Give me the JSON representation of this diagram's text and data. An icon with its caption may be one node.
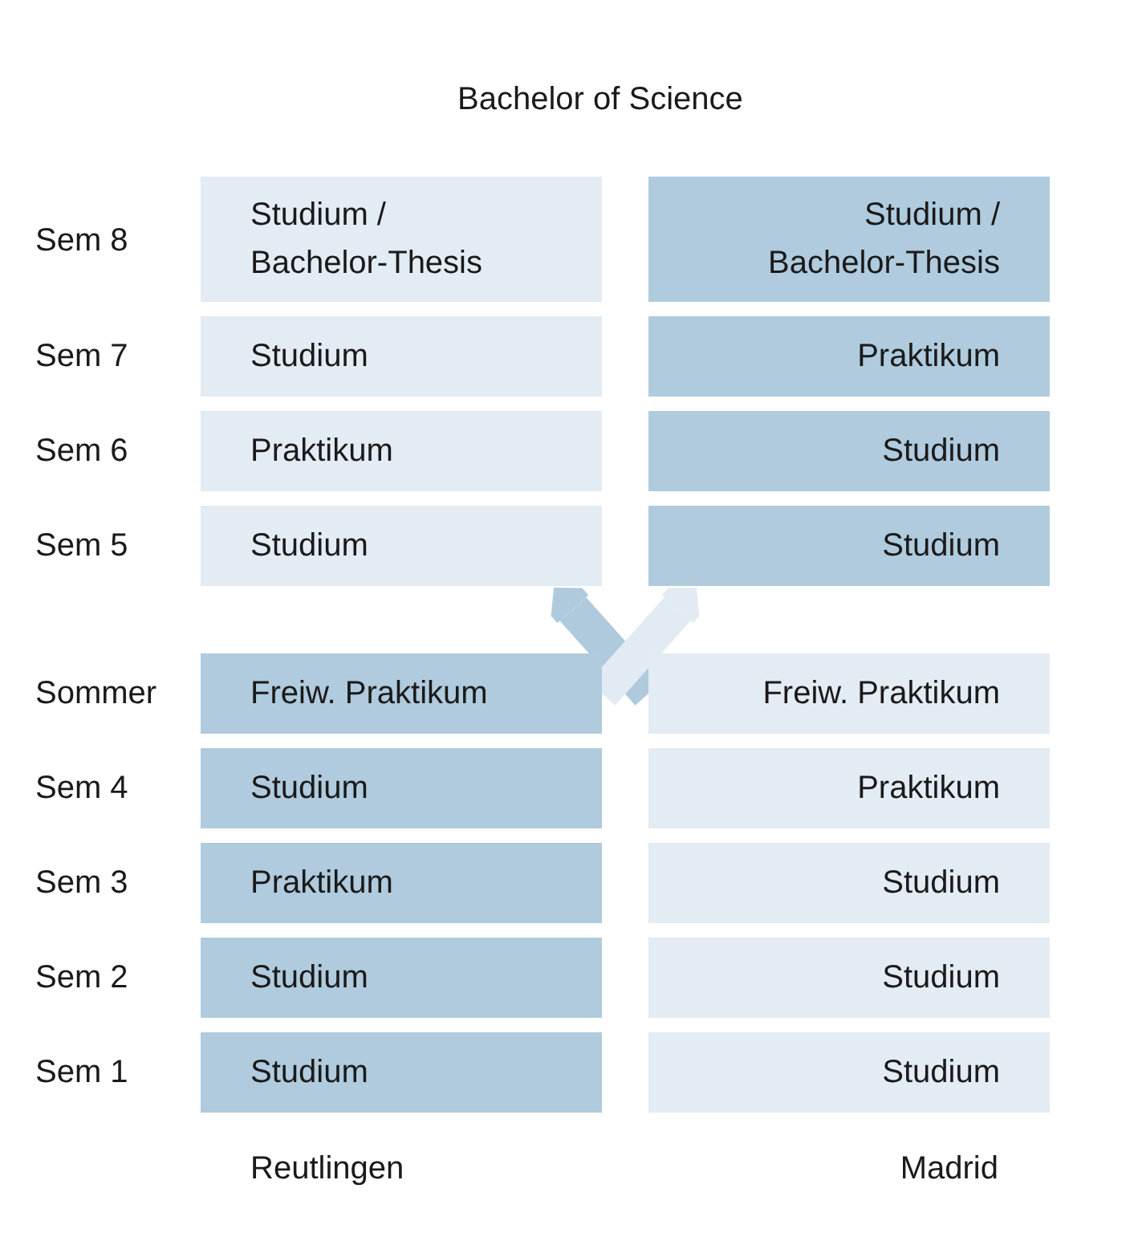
{
  "diagram": {
    "title": "Bachelor of Science",
    "nodes": [
      {
        "text": [
          "Studium / Bachelor-Thesis"
        ]
      },
      {
        "text": [
          "Studium / Bachelor-Thesis"
        ]
      },
      {
        "text": [
          "Studium"
        ]
      },
      {
        "text": [
          "Praktikum"
        ]
      },
      {
        "text": [
          "Praktikum"
        ]
      },
      {
        "text": [
          "Studium"
        ]
      },
      {
        "text": [
          "Studium"
        ]
      },
      {
        "text": [
          "Studium"
        ]
      },
      {
        "text": [
          "Freiw. Praktikum"
        ]
      },
      {
        "text": [
          "Freiw. Praktikum"
        ]
      },
      {
        "text": [
          "Studium"
        ]
      },
      {
        "text": [
          "Praktikum"
        ]
      },
      {
        "text": [
          "Praktikum"
        ]
      },
      {
        "text": [
          "Studium"
        ]
      },
      {
        "text": [
          "Studium"
        ]
      },
      {
        "text": [
          "Studium"
        ]
      },
      {
        "text": [
          "Studium"
        ]
      },
      {
        "text": [
          "Studium"
        ]
      }
    ],
    "edges": [
      {
        "from": 9,
        "to": 6,
        "arrow": "to",
        "color": "#afcadd"
      },
      {
        "from": 8,
        "to": 7,
        "arrow": "to",
        "color": "#e2ebf3"
      }
    ],
    "labels": [
      "Sem 8",
      "Sem 7",
      "Sem 6",
      "Sem 5",
      "Sommer",
      "Sem 4",
      "Sem 3",
      "Sem 2",
      "Sem 1",
      "Reutlingen",
      "Madrid"
    ]
  }
}
